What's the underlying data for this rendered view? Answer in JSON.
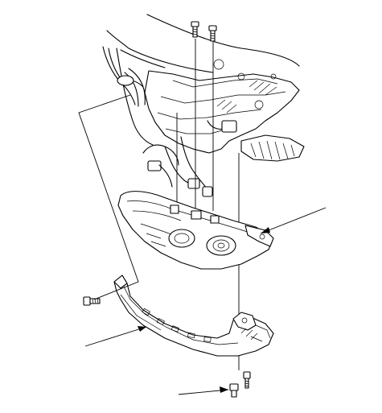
{
  "diagram": {
    "parts": [
      {
        "id": "headlight-assembly",
        "name": ""
      },
      {
        "id": "bumper-bracket",
        "name": ""
      },
      {
        "id": "wiring-harness-connector",
        "name": ""
      },
      {
        "id": "upper-mounting-bolt-left",
        "name": ""
      },
      {
        "id": "upper-mounting-bolt-right",
        "name": ""
      },
      {
        "id": "side-mounting-bolt",
        "name": ""
      },
      {
        "id": "lower-mounting-bolt",
        "name": ""
      },
      {
        "id": "lower-mounting-screw",
        "name": ""
      }
    ],
    "callout_labels": [],
    "line_color": "#000000",
    "background": "#ffffff"
  }
}
